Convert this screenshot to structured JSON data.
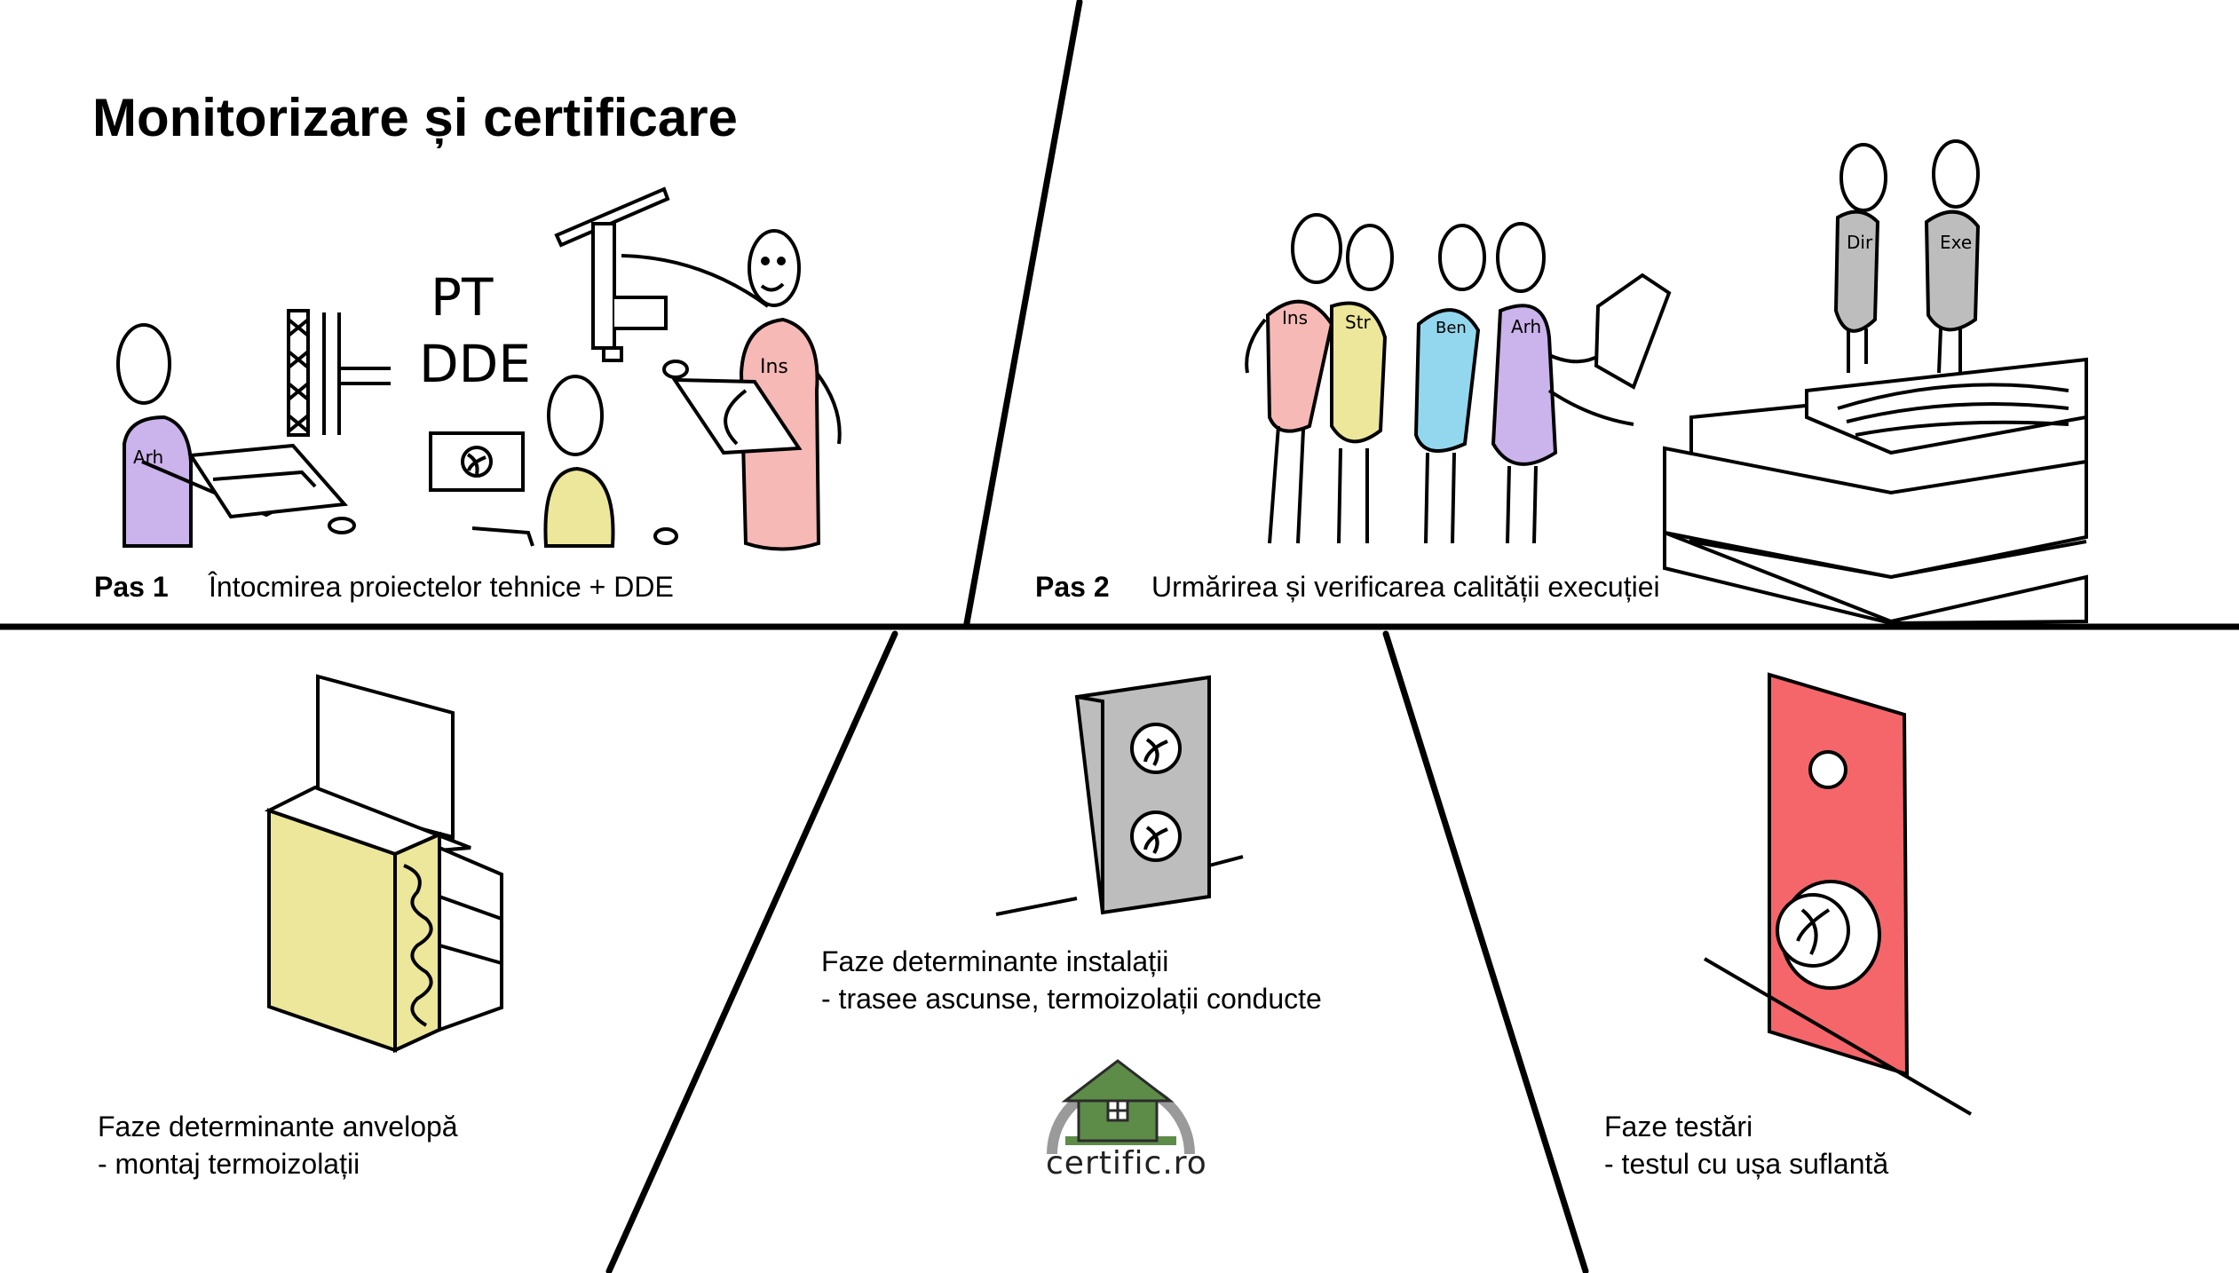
{
  "title": "Monitorizare și certificare",
  "step1": {
    "label": "Pas 1",
    "text": "Întocmirea proiectelor tehnice + DDE"
  },
  "step2": {
    "label": "Pas 2",
    "text": "Urmărirea și verificarea calității execuției"
  },
  "drawing_labels": {
    "pt": "PT",
    "dde": "DDE"
  },
  "badges": {
    "arch": "Arh",
    "ins1": "Ins",
    "ins2": "Ins",
    "str": "Str",
    "ben": "Ben",
    "arh2": "Arh",
    "dir": "Dir",
    "exe": "Exe"
  },
  "phase_envelope": {
    "line1": "Faze determinante anvelopă",
    "line2": "- montaj termoizolații"
  },
  "phase_installations": {
    "line1": "Faze determinante instalații",
    "line2": "- trasee ascunse, termoizolații conducte"
  },
  "phase_testing": {
    "line1": "Faze testări",
    "line2": "- testul cu ușa suflantă"
  },
  "logo": {
    "text": "certific.ro"
  },
  "colors": {
    "purple": "#cbb3ec",
    "pink": "#f6b9b6",
    "yellow": "#ece79a",
    "blue": "#93d7ef",
    "grey": "#bdbdbd",
    "red": "#f4666a",
    "green": "#5d8c48"
  }
}
